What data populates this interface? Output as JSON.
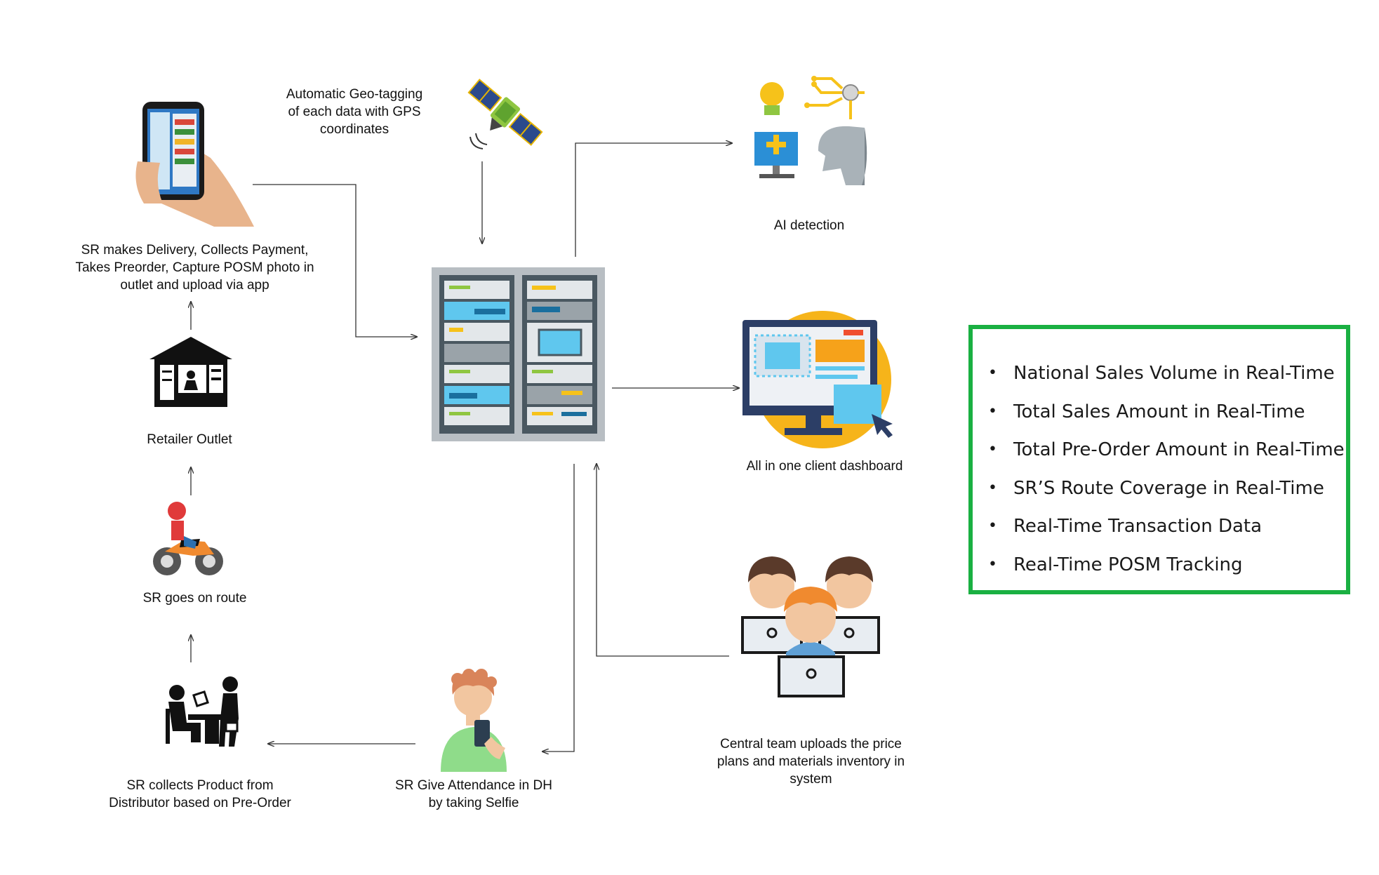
{
  "nodes": {
    "sr_app": "SR makes Delivery, Collects Payment,\nTakes Preorder, Capture POSM photo in\noutlet and upload via app",
    "geo_tagging": "Automatic Geo-tagging\nof each data with GPS\ncoordinates",
    "ai_detection": "AI detection",
    "dashboard": "All  in one client dashboard",
    "central_team": "Central team uploads the price\nplans and materials inventory in\nsystem",
    "retailer_outlet": "Retailer Outlet",
    "sr_route": "SR goes on route",
    "sr_collects": "SR collects Product from\nDistributor based on Pre-Order",
    "sr_attendance": "SR Give Attendance in DH\nby taking Selfie"
  },
  "features": [
    "National Sales Volume in Real-Time",
    "Total Sales Amount in Real-Time",
    "Total Pre-Order Amount in Real-Time",
    "SR’S Route Coverage in Real-Time",
    "Real-Time Transaction Data",
    "Real-Time POSM Tracking"
  ],
  "icons": [
    "phone-in-hand-icon",
    "satellite-icon",
    "ai-brain-icon",
    "server-rack-icon",
    "dashboard-monitor-icon",
    "team-laptops-icon",
    "shop-icon",
    "motorbike-rider-icon",
    "distributor-desk-icon",
    "selfie-person-icon"
  ],
  "colors": {
    "panel_border": "#1ab042",
    "arrow": "#333333"
  }
}
